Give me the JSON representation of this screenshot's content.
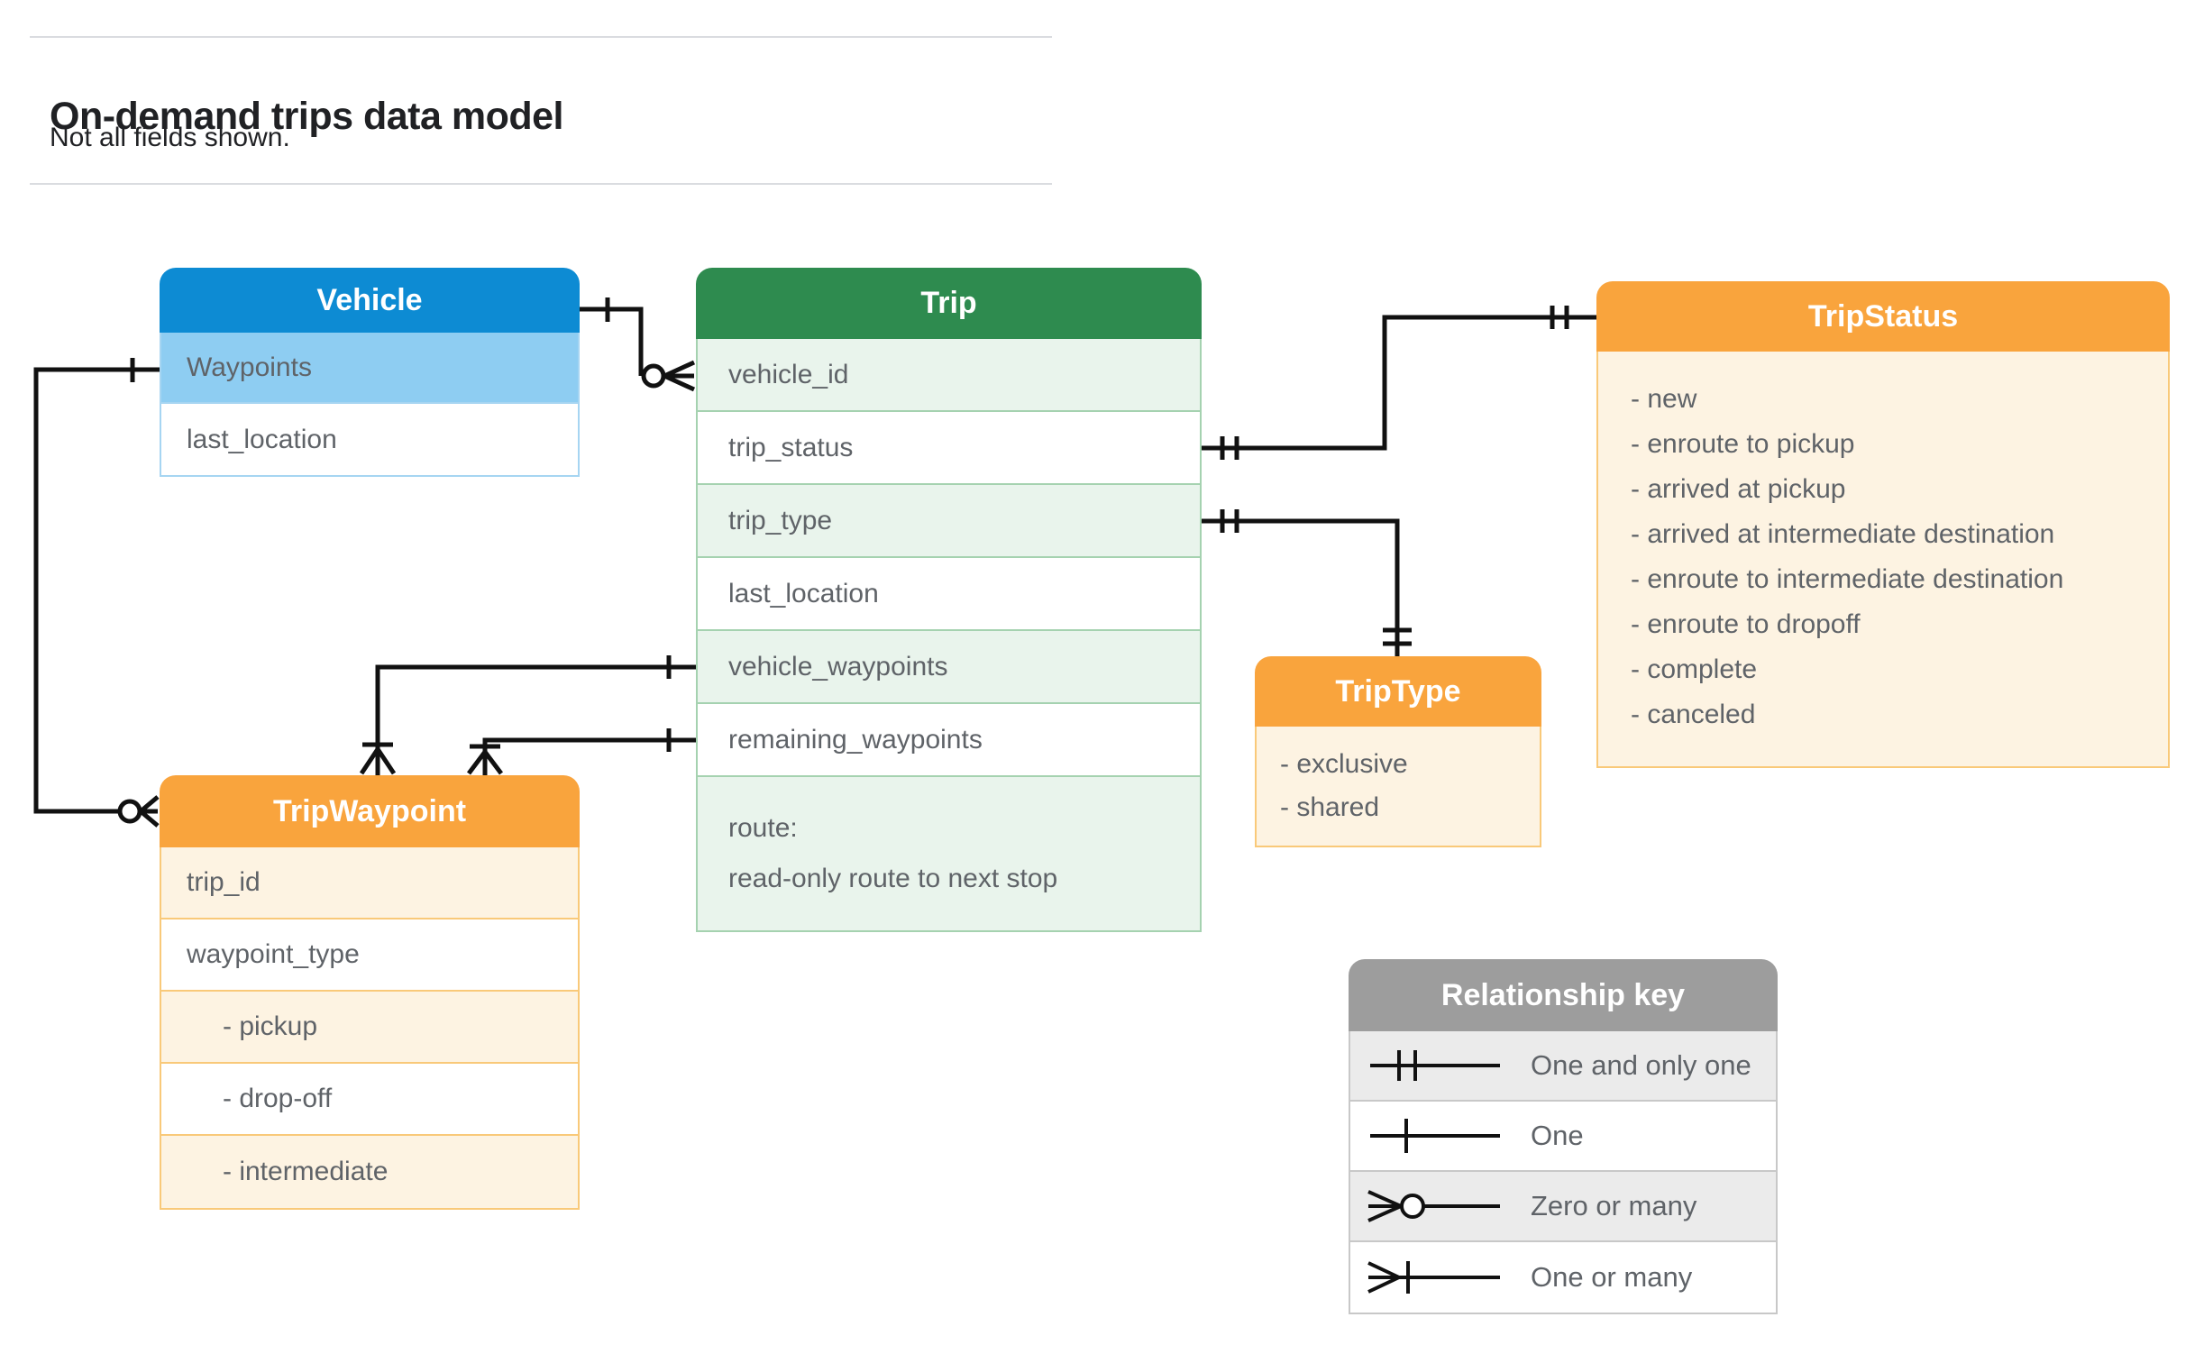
{
  "page": {
    "title": "On-demand trips data model",
    "subtitle": "Not all fields shown."
  },
  "entities": {
    "vehicle": {
      "name": "Vehicle",
      "rows": [
        {
          "label": "Waypoints"
        },
        {
          "label": "last_location"
        }
      ]
    },
    "trip": {
      "name": "Trip",
      "rows": [
        {
          "label": "vehicle_id"
        },
        {
          "label": "trip_status"
        },
        {
          "label": "trip_type"
        },
        {
          "label": "last_location"
        },
        {
          "label": "vehicle_waypoints"
        },
        {
          "label": "remaining_waypoints"
        },
        {
          "label": "route:",
          "label2": "read-only route to next stop"
        }
      ]
    },
    "trip_status": {
      "name": "TripStatus",
      "values": [
        "- new",
        "- enroute to pickup",
        "- arrived at pickup",
        "- arrived at intermediate destination",
        "- enroute to intermediate destination",
        "- enroute to dropoff",
        "- complete",
        "- canceled"
      ]
    },
    "trip_type": {
      "name": "TripType",
      "values": [
        "- exclusive",
        "- shared"
      ]
    },
    "trip_waypoint": {
      "name": "TripWaypoint",
      "rows": [
        {
          "label": "trip_id"
        },
        {
          "label": "waypoint_type"
        },
        {
          "label": "- pickup"
        },
        {
          "label": "- drop-off"
        },
        {
          "label": "- intermediate"
        }
      ]
    }
  },
  "relationship_key": {
    "title": "Relationship key",
    "rows": [
      {
        "symbol": "one-and-only-one",
        "label": "One and only one"
      },
      {
        "symbol": "one",
        "label": "One"
      },
      {
        "symbol": "zero-or-many",
        "label": "Zero or many"
      },
      {
        "symbol": "one-or-many",
        "label": "One or many"
      }
    ]
  },
  "connectors": [
    {
      "from": "Vehicle",
      "to": "Trip.vehicle_id",
      "from_cardinality": "one",
      "to_cardinality": "zero-or-many"
    },
    {
      "from": "Vehicle.Waypoints",
      "to": "TripWaypoint",
      "from_cardinality": "one",
      "to_cardinality": "zero-or-many"
    },
    {
      "from": "Trip.trip_status",
      "to": "TripStatus",
      "from_cardinality": "one-and-only-one",
      "to_cardinality": "one-and-only-one"
    },
    {
      "from": "Trip.trip_type",
      "to": "TripType",
      "from_cardinality": "one-and-only-one",
      "to_cardinality": "one-and-only-one"
    },
    {
      "from": "Trip.vehicle_waypoints",
      "to": "TripWaypoint",
      "from_cardinality": "one",
      "to_cardinality": "one-or-many"
    },
    {
      "from": "Trip.remaining_waypoints",
      "to": "TripWaypoint",
      "from_cardinality": "one",
      "to_cardinality": "one-or-many"
    }
  ],
  "colors": {
    "blue_header": "#0d8bd3",
    "blue_row": "#8ecdf2",
    "green_header": "#2e8b4f",
    "green_row": "#e9f4ec",
    "orange_header": "#f9a43d",
    "orange_row": "#fdf3e2",
    "gray_header": "#9d9d9d",
    "gray_row": "#ebebeb",
    "connector_line": "#111111",
    "body_text": "#5f6368"
  }
}
